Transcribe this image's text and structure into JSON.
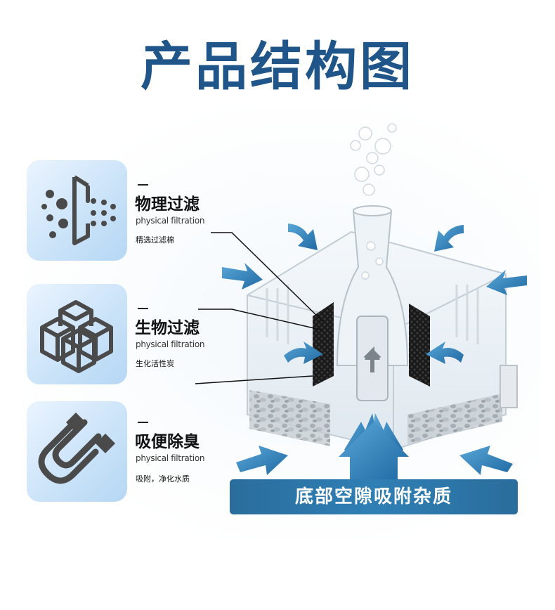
{
  "page_title": "产品结构图",
  "features": [
    {
      "title": "物理过滤",
      "subtitle": "physical filtration",
      "desc": "精选过滤棉",
      "icon": "particle-filter-icon"
    },
    {
      "title": "生物过滤",
      "subtitle": "physical filtration",
      "desc": "生化活性炭",
      "icon": "cubes-icon"
    },
    {
      "title": "吸便除臭",
      "subtitle": "physical filtration",
      "desc": "吸附，净化水质",
      "icon": "magnet-icon"
    }
  ],
  "banner_text": "底部空隙吸附杂质",
  "colors": {
    "title": "#1f5588",
    "arrow": "#2f7fb5",
    "banner": "#2a6d9c",
    "icon_bg": "#c9e2f8",
    "icon_fg": "#4a4a4a"
  }
}
